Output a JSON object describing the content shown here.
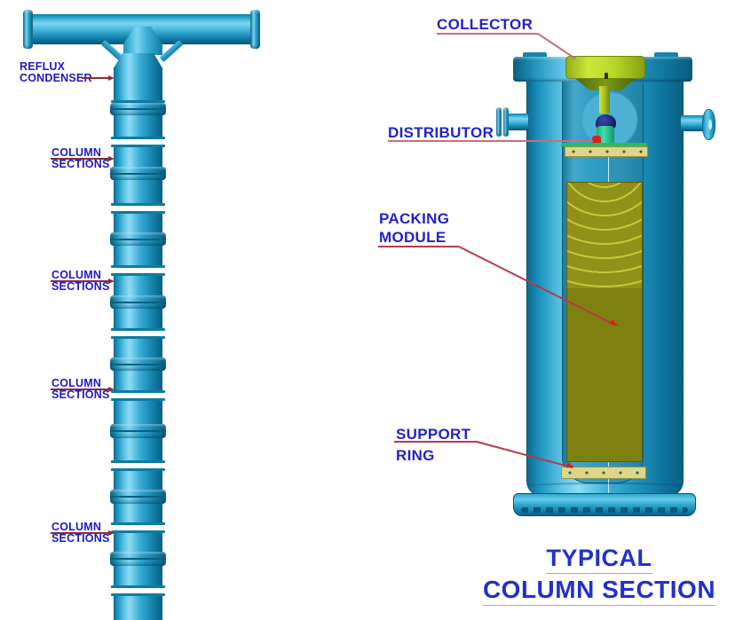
{
  "diagram": {
    "kind": "process-equipment-diagram",
    "subject": "packed distillation column and typical column section cutaway"
  },
  "labels": {
    "reflux_condenser": {
      "line1": "REFLUX",
      "line2": "CONDENSER"
    },
    "column_sections": {
      "line1": "COLUMN",
      "line2": "SECTIONS"
    },
    "collector": "COLLECTOR",
    "distributor": "DISTRIBUTOR",
    "packing_module": {
      "line1": "PACKING",
      "line2": "MODULE"
    },
    "support_ring": {
      "line1": "SUPPORT",
      "line2": "RING"
    }
  },
  "title": {
    "line1": "TYPICAL",
    "line2": "COLUMN SECTION"
  },
  "colors": {
    "label_text": "#2222cc",
    "title_text": "#2230cc",
    "leader_maroon": "#8b2a35",
    "leader_pink": "#c4707c",
    "leader_red": "#b8394a",
    "arrow_red": "#d41f1f",
    "vessel_cyan": "#2aa3cd",
    "vessel_cyan_dark": "#0a6a92",
    "collector_green": "#b8d627",
    "distributor_navy": "#1a2080",
    "distributor_teal": "#27c795",
    "distributor_inlet_red": "#d42020",
    "packing_olive": "#8f9118",
    "packing_yellow": "#d8d920",
    "tray_pale_yellow": "#ded687",
    "background": "#ffffff"
  }
}
